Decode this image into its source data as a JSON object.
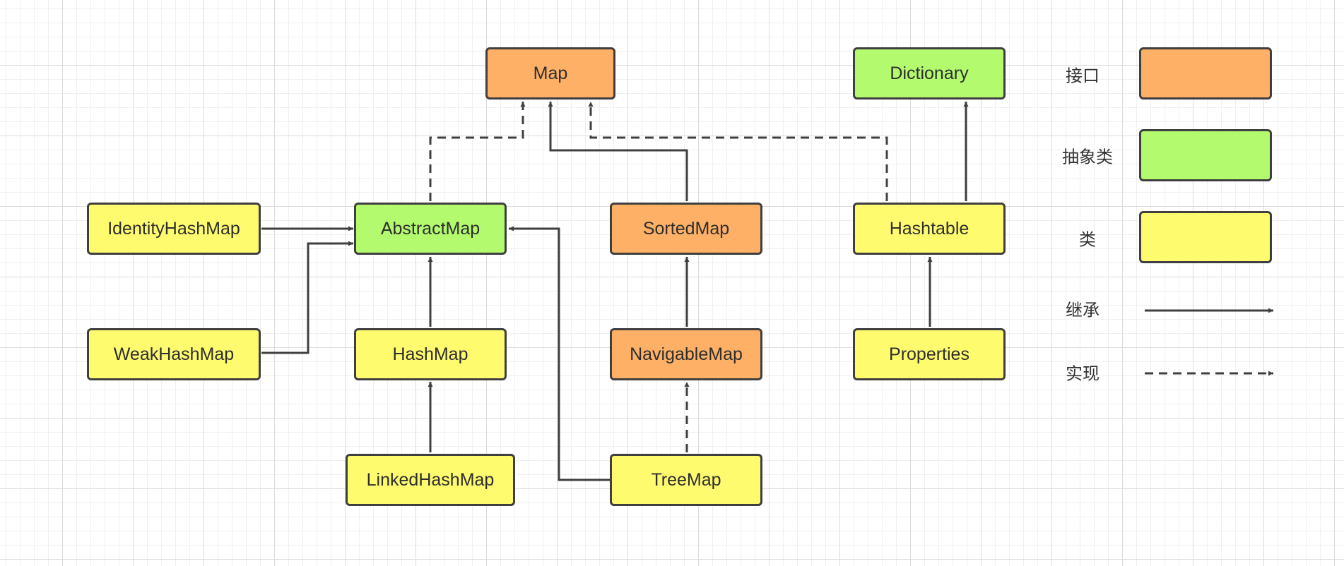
{
  "nodes": {
    "map": "Map",
    "dictionary": "Dictionary",
    "identity_hash_map": "IdentityHashMap",
    "abstract_map": "AbstractMap",
    "sorted_map": "SortedMap",
    "hashtable": "Hashtable",
    "weak_hash_map": "WeakHashMap",
    "hash_map": "HashMap",
    "navigable_map": "NavigableMap",
    "properties": "Properties",
    "linked_hash_map": "LinkedHashMap",
    "tree_map": "TreeMap"
  },
  "legend": {
    "interface_label": "接口",
    "abstract_label": "抽象类",
    "class_label": "类",
    "inherit_label": "继承",
    "implement_label": "实现"
  },
  "colors": {
    "interface": "#fdb066",
    "abstract_class": "#b3fa6f",
    "class": "#fffb6f",
    "line": "#3f3f3f"
  },
  "edges": [
    {
      "from": "AbstractMap",
      "to": "Map",
      "type": "implement"
    },
    {
      "from": "SortedMap",
      "to": "Map",
      "type": "inherit"
    },
    {
      "from": "Hashtable",
      "to": "Map",
      "type": "implement"
    },
    {
      "from": "Hashtable",
      "to": "Dictionary",
      "type": "inherit"
    },
    {
      "from": "IdentityHashMap",
      "to": "AbstractMap",
      "type": "inherit"
    },
    {
      "from": "WeakHashMap",
      "to": "AbstractMap",
      "type": "inherit"
    },
    {
      "from": "TreeMap",
      "to": "AbstractMap",
      "type": "inherit"
    },
    {
      "from": "HashMap",
      "to": "AbstractMap",
      "type": "inherit"
    },
    {
      "from": "NavigableMap",
      "to": "SortedMap",
      "type": "inherit"
    },
    {
      "from": "Properties",
      "to": "Hashtable",
      "type": "inherit"
    },
    {
      "from": "LinkedHashMap",
      "to": "HashMap",
      "type": "inherit"
    },
    {
      "from": "TreeMap",
      "to": "NavigableMap",
      "type": "implement"
    }
  ]
}
